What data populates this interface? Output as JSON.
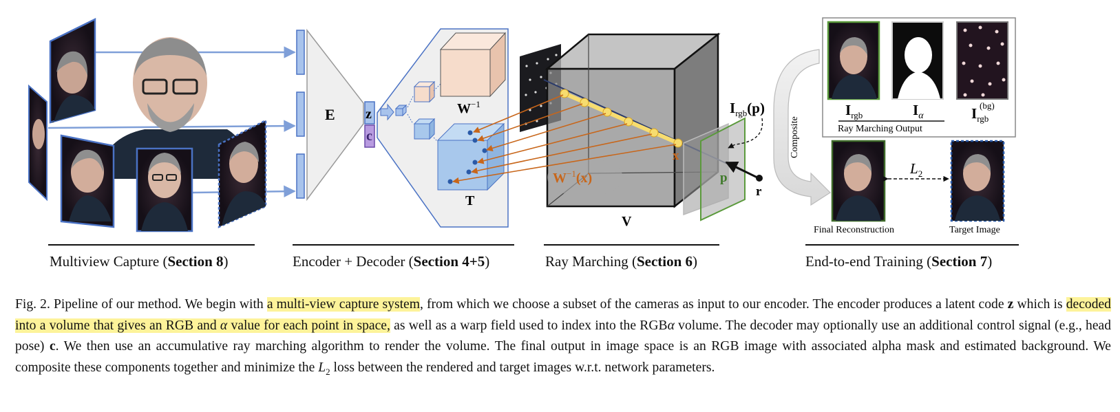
{
  "sections": {
    "capture": {
      "text": "Multiview Capture (",
      "bold": "Section 8",
      "close": ")"
    },
    "encdec": {
      "text": "Encoder + Decoder (",
      "bold": "Section 4+5",
      "close": ")"
    },
    "raymarch": {
      "text": "Ray Marching (",
      "bold": "Section 6",
      "close": ")"
    },
    "training": {
      "text": "End-to-end Training (",
      "bold": "Section 7",
      "close": ")"
    }
  },
  "labels": {
    "encoder": "E",
    "latent_z": "z",
    "control_c": "c",
    "warp_inv": "W",
    "warp_inv_sup": "−1",
    "template": "T",
    "warp_x": "W",
    "warp_x_sup": "−1",
    "warp_x_arg": "(x)",
    "point_x": "x",
    "volume": "V",
    "pixel_p": "p",
    "ray_r": "r",
    "irgb_p_main": "I",
    "irgb_p_sub": "rgb",
    "irgb_p_arg": "(p)",
    "out_rgb": "I",
    "out_rgb_sub": "rgb",
    "out_alpha": "I",
    "out_alpha_sub": "α",
    "out_bg": "I",
    "out_bg_sub": "rgb",
    "out_bg_sup": "(bg)",
    "ray_marching_output": "Ray Marching Output",
    "composite": "Composite",
    "loss": "L",
    "loss_sub": "2",
    "final_reconstruction": "Final Reconstruction",
    "target_image": "Target Image"
  },
  "caption": {
    "p1": "Fig. 2.  Pipeline of our method. We begin with ",
    "h1": "a multi-view capture system",
    "p2": ", from which we choose a subset of the cameras as input to our encoder. The encoder produces a latent code ",
    "z": "z",
    "p3": " which is ",
    "h2a": "decoded into a volume that gives an RGB and ",
    "alpha": "α",
    "h2b": " value for each point in space,",
    "p4": " as well as a warp field used to index into the RGB",
    "alpha2": "α",
    "p5": " volume. The decoder may optionally use an additional control signal (e.g., head pose) ",
    "c": "c",
    "p6": ". We then use an accumulative ray marching algorithm to render the volume. The final output in image space is an RGB image with associated alpha mask and estimated background. We composite these components together and minimize the ",
    "L": "L",
    "L_sub": "2",
    "p7": " loss between the rendered and target images w.r.t. network parameters."
  },
  "colors": {
    "camera_frame": "#4a72c4",
    "arrow_blue": "#7f9fd8",
    "orange_ray": "#c8661a",
    "yellow_sample": "#f7dc6f",
    "green_frame": "#5b9a3c",
    "highlight": "#fdf39a",
    "template_blue": "#a8c8ec",
    "warp_peach": "#f6dccb",
    "volume_gray": "#888888"
  }
}
